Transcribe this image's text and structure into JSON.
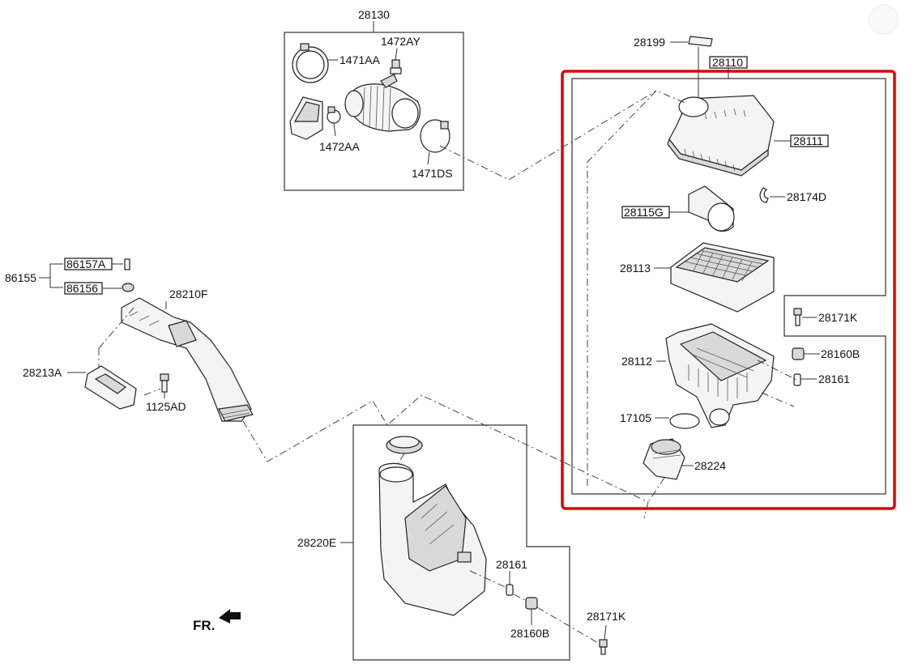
{
  "diagram": {
    "labels": {
      "p28130": "28130",
      "p1472AY": "1472AY",
      "p1471AA": "1471AA",
      "p1472AA": "1472AA",
      "p1471DS": "1471DS",
      "p28199": "28199",
      "p28110": "28110",
      "p28111": "28111",
      "p28174D": "28174D",
      "p28115G": "28115G",
      "p28113": "28113",
      "p28171K_a": "28171K",
      "p28112": "28112",
      "p28160B_a": "28160B",
      "p28161_a": "28161",
      "p17105": "17105",
      "p28224": "28224",
      "p86155": "86155",
      "p86157A": "86157A",
      "p86156": "86156",
      "p28210F": "28210F",
      "p28213A": "28213A",
      "p1125AD": "1125AD",
      "p28220E": "28220E",
      "p28161_b": "28161",
      "p28160B_b": "28160B",
      "p28171K_b": "28171K",
      "front_marker": "FR."
    },
    "colors": {
      "highlight": "#e00000",
      "line": "#333333"
    }
  }
}
